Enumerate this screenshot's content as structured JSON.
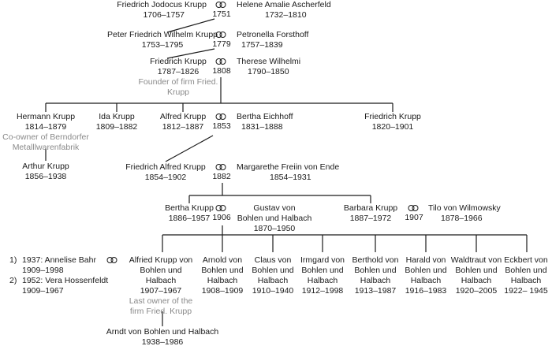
{
  "people": {
    "friedrich_jodocus": {
      "name": "Friedrich Jodocus Krupp",
      "years": "1706–1757"
    },
    "helene_amalie": {
      "name": "Helene Amalie Ascherfeld",
      "years": "1732–1810"
    },
    "peter_friedrich_wilhelm": {
      "name": "Peter Friedrich Wilhelm Krupp",
      "years": "1753–1795"
    },
    "petronella": {
      "name": "Petronella Forsthoff",
      "years": "1757–1839"
    },
    "friedrich_1787": {
      "name": "Friedrich Krupp",
      "years": "1787–1826",
      "note": "Founder of firm Fried. Krupp"
    },
    "therese": {
      "name": "Therese Wilhelmi",
      "years": "1790–1850"
    },
    "hermann": {
      "name": "Hermann Krupp",
      "years": "1814–1879",
      "note_line1": "Co-owner of Berndorfer",
      "note_line2": "Metalllwarenfabrik"
    },
    "ida": {
      "name": "Ida Krupp",
      "years": "1809–1882"
    },
    "alfred": {
      "name": "Alfred Krupp",
      "years": "1812–1887"
    },
    "bertha_eichhoff": {
      "name": "Bertha Eichhoff",
      "years": "1831–1888"
    },
    "friedrich_1820": {
      "name": "Friedrich Krupp",
      "years": "1820–1901"
    },
    "arthur": {
      "name": "Arthur Krupp",
      "years": "1856–1938"
    },
    "friedrich_alfred": {
      "name": "Friedrich Alfred Krupp",
      "years": "1854–1902"
    },
    "margarethe": {
      "name": "Margarethe Freiin von Ende",
      "years": "1854–1931"
    },
    "bertha_krupp": {
      "name": "Bertha Krupp",
      "years": "1886–1957"
    },
    "gustav": {
      "name_line1": "Gustav von",
      "name_line2": "Bohlen und Halbach",
      "years": "1870–1950"
    },
    "barbara": {
      "name": "Barbara Krupp",
      "years": "1887–1972"
    },
    "tilo": {
      "name": "Tilo von Wilmowsky",
      "years": "1878–1966"
    },
    "alfried_wives": {
      "marriage1_num": "1)",
      "marriage1": "1937: Annelise Bahr",
      "marriage1_years": "1909–1998",
      "marriage2_num": "2)",
      "marriage2": "1952: Vera Hossenfeldt",
      "marriage2_years": "1909–1967"
    },
    "alfried": {
      "name_line1": "Alfried Krupp von",
      "name_line2": "Bohlen und",
      "name_line3": "Halbach",
      "years": "1907–1967",
      "note_line1": "Last owner of the",
      "note_line2": "firm Fried. Krupp"
    },
    "arnold": {
      "name_line1": "Arnold von",
      "name_line2": "Bohlen und",
      "name_line3": "Halbach",
      "years": "1908–1909"
    },
    "claus": {
      "name_line1": "Claus von",
      "name_line2": "Bohlen und",
      "name_line3": "Halbach",
      "years": "1910–1940"
    },
    "irmgard": {
      "name_line1": "Irmgard von",
      "name_line2": "Bohlen und",
      "name_line3": "Halbach",
      "years": "1912–1998"
    },
    "berthold": {
      "name_line1": "Berthold von",
      "name_line2": "Bohlen und",
      "name_line3": "Halbach",
      "years": "1913–1987"
    },
    "harald": {
      "name_line1": "Harald von",
      "name_line2": "Bohlen und",
      "name_line3": "Halbach",
      "years": "1916–1983"
    },
    "waldtraut": {
      "name_line1": "Waldtraut von",
      "name_line2": "Bohlen und",
      "name_line3": "Halbach",
      "years": "1920–2005"
    },
    "eckbert": {
      "name_line1": "Eckbert von",
      "name_line2": "Bohlen und",
      "name_line3": "Halbach",
      "years": "1922– 1945"
    },
    "arndt": {
      "name": "Arndt von Bohlen und Halbach",
      "years": "1938–1986"
    }
  },
  "marriages": {
    "m1751": "1751",
    "m1779": "1779",
    "m1808": "1808",
    "m1853": "1853",
    "m1882": "1882",
    "m1906": "1906",
    "m1907": "1907"
  },
  "marriage_icon": "interlocking-rings-icon",
  "colors": {
    "text": "#1a1a1a",
    "note": "#8a8a8a",
    "line": "#1a1a1a",
    "background": "#ffffff"
  }
}
